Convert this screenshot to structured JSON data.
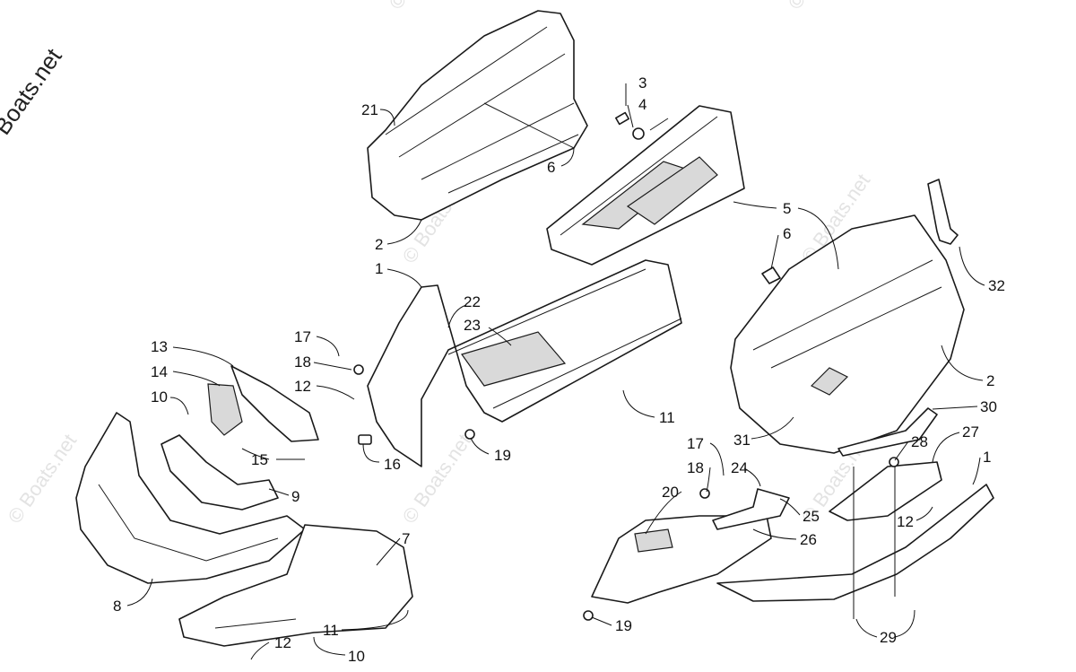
{
  "watermark": {
    "main": "© Boats.net",
    "repeat_text": "© Boats.net"
  },
  "parts": [
    {
      "id": "21",
      "label": "21"
    },
    {
      "id": "3",
      "label": "3"
    },
    {
      "id": "4",
      "label": "4"
    },
    {
      "id": "6a",
      "label": "6"
    },
    {
      "id": "2a",
      "label": "2"
    },
    {
      "id": "5",
      "label": "5"
    },
    {
      "id": "6b",
      "label": "6"
    },
    {
      "id": "32",
      "label": "32"
    },
    {
      "id": "1a",
      "label": "1"
    },
    {
      "id": "22",
      "label": "22"
    },
    {
      "id": "23",
      "label": "23"
    },
    {
      "id": "17a",
      "label": "17"
    },
    {
      "id": "18a",
      "label": "18"
    },
    {
      "id": "12a",
      "label": "12"
    },
    {
      "id": "13",
      "label": "13"
    },
    {
      "id": "14",
      "label": "14"
    },
    {
      "id": "10a",
      "label": "10"
    },
    {
      "id": "15",
      "label": "15"
    },
    {
      "id": "16",
      "label": "16"
    },
    {
      "id": "19a",
      "label": "19"
    },
    {
      "id": "11a",
      "label": "11"
    },
    {
      "id": "2b",
      "label": "2"
    },
    {
      "id": "30",
      "label": "30"
    },
    {
      "id": "31",
      "label": "31"
    },
    {
      "id": "27",
      "label": "27"
    },
    {
      "id": "28",
      "label": "28"
    },
    {
      "id": "1b",
      "label": "1"
    },
    {
      "id": "17b",
      "label": "17"
    },
    {
      "id": "18b",
      "label": "18"
    },
    {
      "id": "24",
      "label": "24"
    },
    {
      "id": "20",
      "label": "20"
    },
    {
      "id": "25",
      "label": "25"
    },
    {
      "id": "26",
      "label": "26"
    },
    {
      "id": "12b",
      "label": "12"
    },
    {
      "id": "9",
      "label": "9"
    },
    {
      "id": "7",
      "label": "7"
    },
    {
      "id": "8",
      "label": "8"
    },
    {
      "id": "11b",
      "label": "11"
    },
    {
      "id": "12c",
      "label": "12"
    },
    {
      "id": "10b",
      "label": "10"
    },
    {
      "id": "19b",
      "label": "19"
    },
    {
      "id": "29",
      "label": "29"
    }
  ]
}
